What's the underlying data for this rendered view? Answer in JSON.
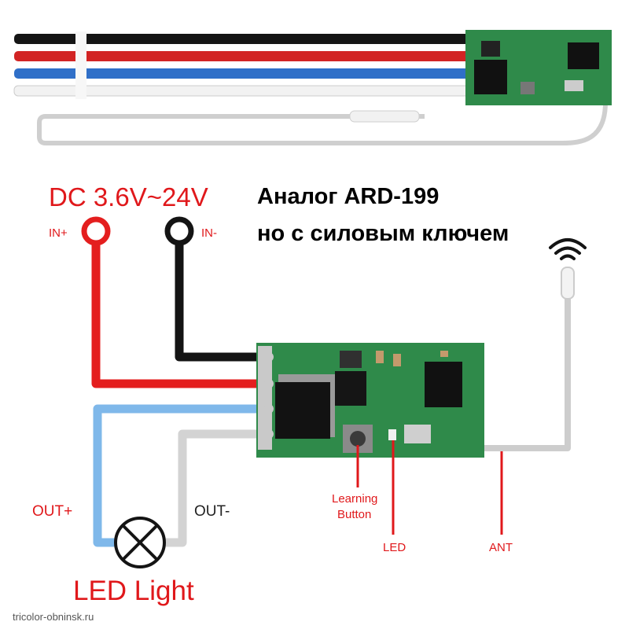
{
  "colors": {
    "pcb_green": "#2f8a4a",
    "wire_red": "#e41e1e",
    "wire_black": "#141414",
    "wire_blue": "#7fb8ea",
    "wire_gray": "#d3d3d3",
    "label_red": "#e0181b"
  },
  "icons": [
    "wifi-signal-icon",
    "lamp-symbol-icon"
  ],
  "labels": {
    "power": "DC 3.6V~24V",
    "in_plus": "IN+",
    "in_minus": "IN-",
    "out_plus": "OUT+",
    "out_minus": "OUT-",
    "led_light": "LED Light",
    "learning_line1": "Learning",
    "learning_line2": "Button",
    "led": "LED",
    "ant": "ANT"
  },
  "title": {
    "line1": "Аналог ARD-199",
    "line2": "но с силовым ключем"
  },
  "watermark": "tricolor-obninsk.ru"
}
